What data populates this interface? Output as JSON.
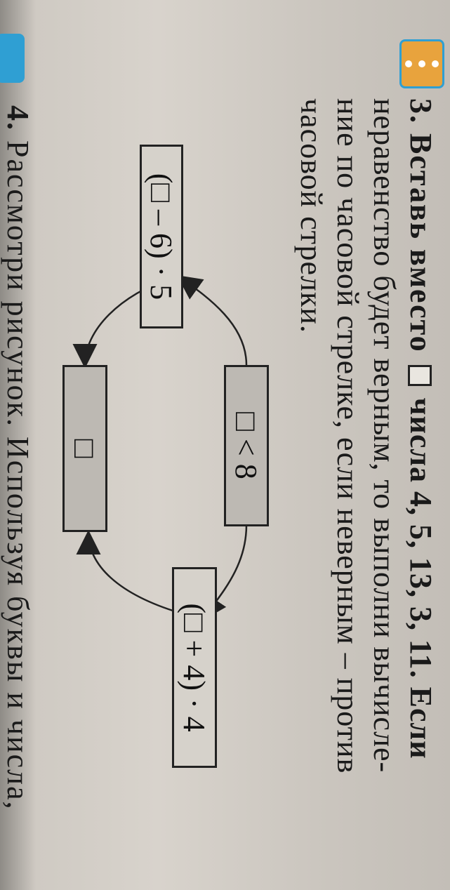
{
  "task": {
    "number": "3.",
    "line1_part1": "Вставь вместо",
    "line1_part2": "числа 4, 5, 13, 3, 11. Если",
    "line2": "неравенство будет верным, то выполни вычисле-",
    "line3": "ние по часовой стрелке, если неверным – против",
    "line4": "часовой стрелки."
  },
  "diagram": {
    "top_box": "□ < 8",
    "left_box": "(□ – 6) · 5",
    "right_box": "(□ + 4) · 4",
    "bottom_box": "□"
  },
  "next_task": {
    "number": "4.",
    "text": "Рассмотри рисунок. Используя буквы и числа,"
  },
  "colors": {
    "badge_orange": "#e8a33d",
    "badge_blue": "#2f9fd3",
    "box_fill": "#bdb9b3"
  }
}
